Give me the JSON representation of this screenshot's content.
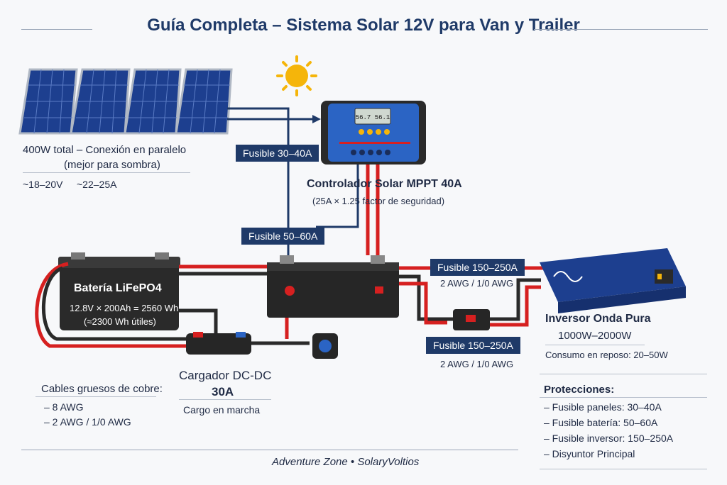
{
  "title": "Guía Completa – Sistema Solar 12V para Van y Trailer",
  "panels": {
    "caption_line1": "400W total – Conexión en paralelo",
    "caption_line2": "(mejor para sombra)",
    "voltage": "~18–20V",
    "current": "~22–25A"
  },
  "fuses": {
    "panel_fuse": "Fusible 30–40A",
    "battery_fuse": "Fusible 50–60A",
    "inverter_fuse_top": "Fusible 150–250A",
    "inverter_fuse_top_wire": "2 AWG / 1/0 AWG",
    "inverter_fuse_bottom": "Fusible 150–250A",
    "inverter_fuse_bottom_wire": "2 AWG / 1/0 AWG"
  },
  "controller": {
    "title": "Controlador Solar MPPT 40A",
    "subtitle": "(25A × 1.25 factor de seguridad)",
    "display": "56.7 56.1"
  },
  "battery": {
    "title": "Batería LiFePO4",
    "spec": "12.8V × 200Ah = 2560 Wh",
    "usable": "(≈2300 Wh útiles)"
  },
  "dcdc": {
    "title": "Cargador DC-DC",
    "rating": "30A",
    "note": "Cargo en marcha"
  },
  "inverter": {
    "title": "Inversor Onda Pura",
    "power": "1000W–2000W",
    "idle": "Consumo en reposo: 20–50W"
  },
  "cables": {
    "title": "Cables gruesos de cobre:",
    "items": [
      "– 8 AWG",
      "– 2 AWG / 1/0 AWG"
    ]
  },
  "protections": {
    "title": "Protecciones:",
    "items": [
      "– Fusible paneles: 30–40A",
      "– Fusible batería: 50–60A",
      "– Fusible inversor: 150–250A",
      "– Disyuntor Principal"
    ]
  },
  "footer": "Adventure Zone • SolaryVoltios",
  "colors": {
    "navy": "#1f3a68",
    "red_wire": "#d62020",
    "black_wire": "#2a2a2a",
    "panel_blue": "#1d3f8f",
    "sun": "#f5b50a"
  }
}
